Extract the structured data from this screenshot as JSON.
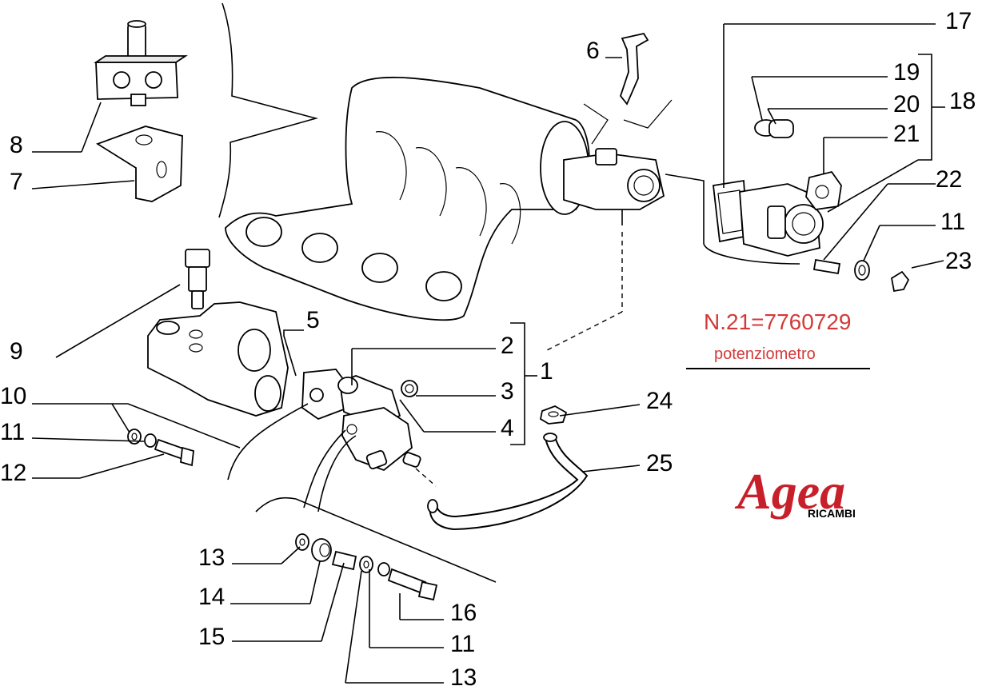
{
  "callouts": [
    {
      "id": "8",
      "label": "8"
    },
    {
      "id": "7",
      "label": "7"
    },
    {
      "id": "9",
      "label": "9"
    },
    {
      "id": "10",
      "label": "10"
    },
    {
      "id": "11a",
      "label": "11"
    },
    {
      "id": "12",
      "label": "12"
    },
    {
      "id": "5",
      "label": "5"
    },
    {
      "id": "6",
      "label": "6"
    },
    {
      "id": "2",
      "label": "2"
    },
    {
      "id": "3",
      "label": "3"
    },
    {
      "id": "4",
      "label": "4"
    },
    {
      "id": "1",
      "label": "1"
    },
    {
      "id": "17",
      "label": "17"
    },
    {
      "id": "19",
      "label": "19"
    },
    {
      "id": "20",
      "label": "20"
    },
    {
      "id": "18",
      "label": "18"
    },
    {
      "id": "21",
      "label": "21"
    },
    {
      "id": "22",
      "label": "22"
    },
    {
      "id": "11b",
      "label": "11"
    },
    {
      "id": "23",
      "label": "23"
    },
    {
      "id": "24",
      "label": "24"
    },
    {
      "id": "25",
      "label": "25"
    },
    {
      "id": "13a",
      "label": "13"
    },
    {
      "id": "14",
      "label": "14"
    },
    {
      "id": "15",
      "label": "15"
    },
    {
      "id": "16",
      "label": "16"
    },
    {
      "id": "11c",
      "label": "11"
    },
    {
      "id": "13b",
      "label": "13"
    }
  ],
  "note": {
    "code": "N.21=7760729",
    "description": "potenziometro"
  },
  "logo": {
    "name": "Agea",
    "sub": "RICAMBI",
    "color": "#c8202a"
  },
  "colors": {
    "note": "#d23a3a",
    "ink": "#000000"
  }
}
